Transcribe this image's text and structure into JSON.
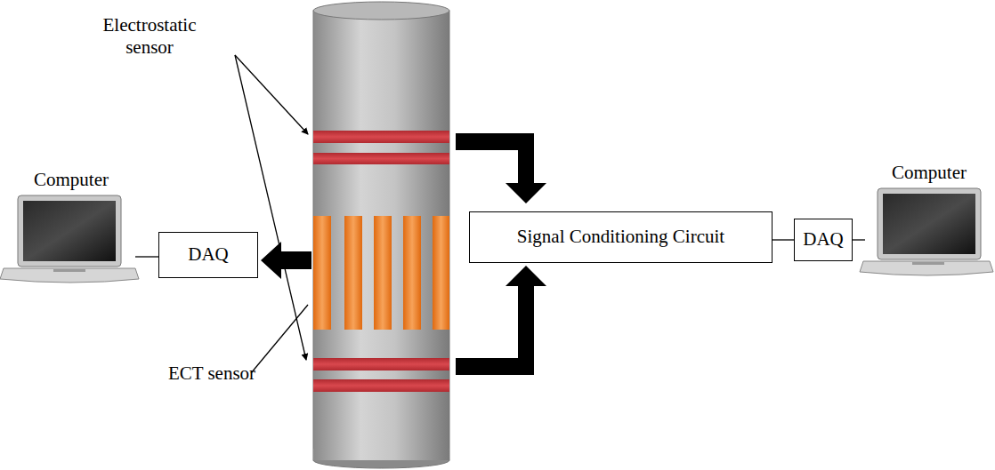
{
  "diagram": {
    "nodes": [
      {
        "text": [
          "DAQ"
        ]
      },
      {
        "text": [
          "Signal Conditioning Circuit"
        ]
      },
      {
        "text": [
          "DAQ"
        ]
      }
    ],
    "edges": [
      {
        "from": 1,
        "to": 2,
        "arrow": "none"
      }
    ],
    "labels": [
      "Electrostatic sensor",
      "Computer",
      "ECT sensor",
      "Computer"
    ]
  }
}
